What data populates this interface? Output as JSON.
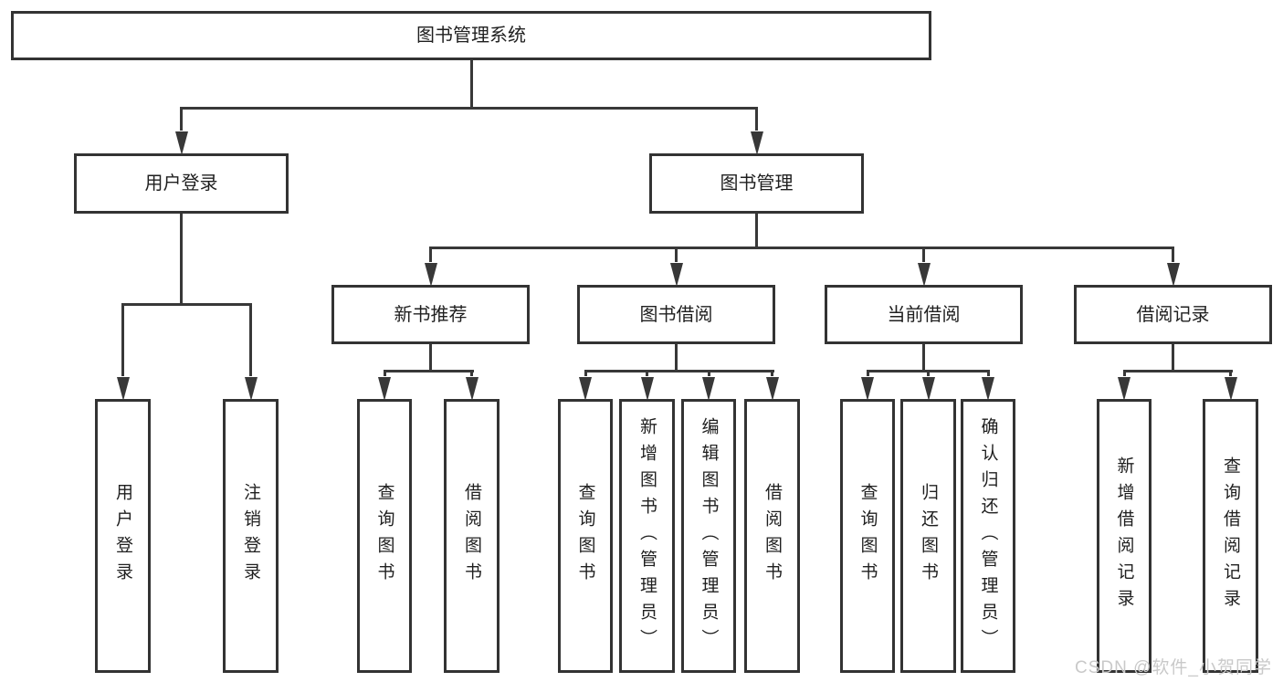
{
  "diagram": {
    "title": "图书管理系统",
    "type": "tree",
    "nodes": {
      "root": {
        "label": "图书管理系统"
      },
      "user_login": {
        "label": "用户登录"
      },
      "book_management": {
        "label": "图书管理"
      },
      "new_book_recommend": {
        "label": "新书推荐"
      },
      "book_borrowing": {
        "label": "图书借阅"
      },
      "current_borrowing": {
        "label": "当前借阅"
      },
      "borrow_records": {
        "label": "借阅记录"
      },
      "leaf_user_login": {
        "label": "用户登录"
      },
      "leaf_logout": {
        "label": "注销登录"
      },
      "leaf_recommend_query_books": {
        "label": "查询图书"
      },
      "leaf_recommend_borrow_books": {
        "label": "借阅图书"
      },
      "leaf_borrowing_query_books": {
        "label": "查询图书"
      },
      "leaf_borrowing_add_books": {
        "label": "新增图书（管理员）"
      },
      "leaf_borrowing_edit_books": {
        "label": "编辑图书（管理员）"
      },
      "leaf_borrowing_borrow_books": {
        "label": "借阅图书"
      },
      "leaf_current_query_books": {
        "label": "查询图书"
      },
      "leaf_current_return_books": {
        "label": "归还图书"
      },
      "leaf_current_confirm_return": {
        "label": "确认归还（管理员）"
      },
      "leaf_records_add_record": {
        "label": "新增借阅记录"
      },
      "leaf_records_query_record": {
        "label": "查询借阅记录"
      }
    },
    "edges": [
      {
        "from": "root",
        "to": "user_login"
      },
      {
        "from": "root",
        "to": "book_management"
      },
      {
        "from": "user_login",
        "to": "leaf_user_login"
      },
      {
        "from": "user_login",
        "to": "leaf_logout"
      },
      {
        "from": "book_management",
        "to": "new_book_recommend"
      },
      {
        "from": "book_management",
        "to": "book_borrowing"
      },
      {
        "from": "book_management",
        "to": "current_borrowing"
      },
      {
        "from": "book_management",
        "to": "borrow_records"
      },
      {
        "from": "new_book_recommend",
        "to": "leaf_recommend_query_books"
      },
      {
        "from": "new_book_recommend",
        "to": "leaf_recommend_borrow_books"
      },
      {
        "from": "book_borrowing",
        "to": "leaf_borrowing_query_books"
      },
      {
        "from": "book_borrowing",
        "to": "leaf_borrowing_add_books"
      },
      {
        "from": "book_borrowing",
        "to": "leaf_borrowing_edit_books"
      },
      {
        "from": "book_borrowing",
        "to": "leaf_borrowing_borrow_books"
      },
      {
        "from": "current_borrowing",
        "to": "leaf_current_query_books"
      },
      {
        "from": "current_borrowing",
        "to": "leaf_current_return_books"
      },
      {
        "from": "current_borrowing",
        "to": "leaf_current_confirm_return"
      },
      {
        "from": "borrow_records",
        "to": "leaf_records_add_record"
      },
      {
        "from": "borrow_records",
        "to": "leaf_records_query_record"
      }
    ]
  },
  "watermark": {
    "text": "CSDN @软件_小贺同学"
  },
  "colors": {
    "line": "#383838",
    "box_border": "#333333",
    "text": "#1f1f1f",
    "watermark": "#c9c9c9",
    "background": "#ffffff"
  }
}
